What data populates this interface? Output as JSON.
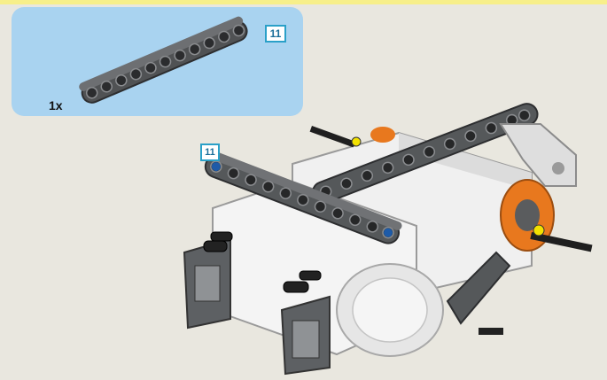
{
  "callout": {
    "part_length_label": "11",
    "quantity_label": "1x"
  },
  "model": {
    "part_length_label": "11"
  },
  "colors": {
    "background": "#e9e7df",
    "callout_background": "#a9d3f0",
    "beam_dark_gray": "#5a5c5e",
    "motor_white": "#f2f2f2",
    "accent_orange": "#e8781e",
    "badge_border": "#2aa0c8"
  }
}
